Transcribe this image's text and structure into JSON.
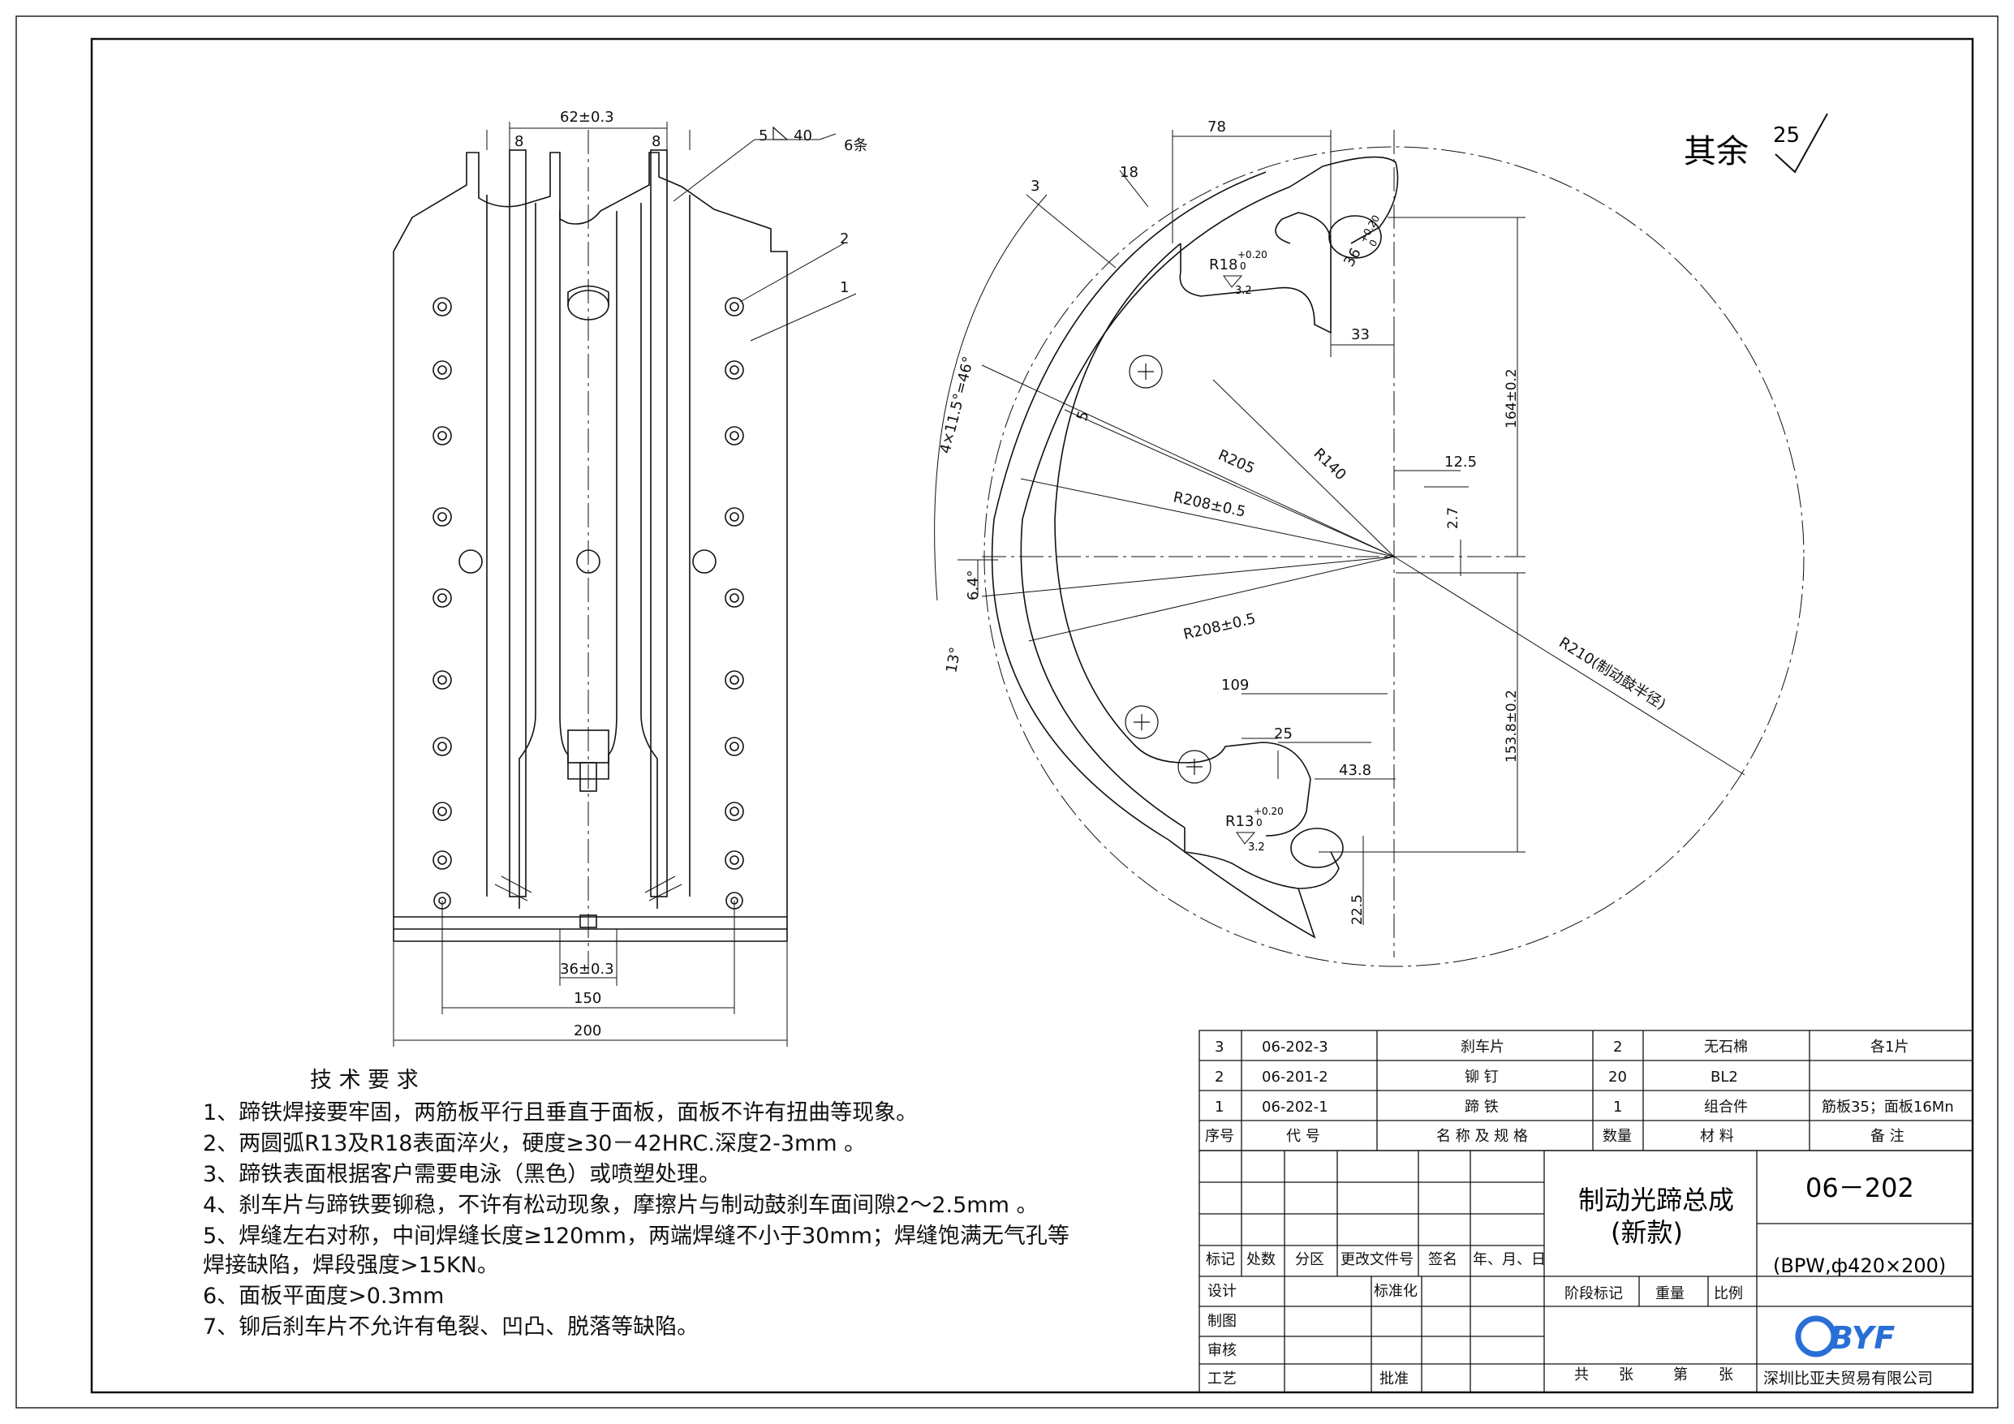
{
  "surface_note": {
    "label": "其余",
    "value": "25"
  },
  "left_view": {
    "dims": {
      "top_span": "62±0.3",
      "rib_left": "8",
      "rib_right": "8",
      "bottom_slot": "36±0.3",
      "rivet_span": "150",
      "overall_width": "200"
    },
    "weld_symbol": {
      "size": "5",
      "length": "40",
      "count": "6条"
    },
    "callouts": [
      "1",
      "2"
    ]
  },
  "right_view": {
    "callout": "3",
    "dims": {
      "top_width": "78",
      "angle_top": "18",
      "r18": "R18",
      "r18_tol_up": "+0.20",
      "r18_tol_low": "0",
      "slot_36": "36",
      "slot_36_tol_up": "+0.20",
      "slot_36_tol_low": "0",
      "roughness_a": "3.2",
      "roughness_b": "3.2",
      "d33": "33",
      "d164": "164±0.2",
      "d12_5": "12.5",
      "d2_7": "2.7",
      "r205": "R205",
      "r140": "R140",
      "r208_top": "R208±0.5",
      "r208_bottom": "R208±0.5",
      "r210": "R210(制动鼓半径)",
      "holes_angle": "4×11.5°=46°",
      "d5": "5",
      "d6_4": "6.4°",
      "d13": "13°",
      "d109": "109",
      "d25": "25",
      "d43_8": "43.8",
      "d153_8": "153.8±0.2",
      "r13": "R13",
      "r13_tol_up": "+0.20",
      "r13_tol_low": "0",
      "d22_5": "22.5"
    }
  },
  "tech_requirements": {
    "title": "技 术 要 求",
    "lines": [
      "1、蹄铁焊接要牢固，两筋板平行且垂直于面板，面板不许有扭曲等现象。",
      "2、两圆弧R13及R18表面淬火，硬度≥30－42HRC.深度2-3mm 。",
      "3、蹄铁表面根据客户需要电泳（黑色）或喷塑处理。",
      "4、刹车片与蹄铁要铆稳，不许有松动现象，摩擦片与制动鼓刹车面间隙2～2.5mm 。",
      "5、焊缝左右对称，中间焊缝长度≥120mm，两端焊缝不小于30mm；焊缝饱满无气孔等",
      "焊接缺陷，焊段强度>15KN。",
      "6、面板平面度>0.3mm",
      "7、铆后刹车片不允许有龟裂、凹凸、脱落等缺陷。"
    ]
  },
  "bom": {
    "rows": [
      {
        "no": "3",
        "code": "06-202-3",
        "name": "刹车片",
        "qty": "2",
        "material": "无石棉",
        "note": "各1片"
      },
      {
        "no": "2",
        "code": "06-201-2",
        "name": "铆 钉",
        "qty": "20",
        "material": "BL2",
        "note": ""
      },
      {
        "no": "1",
        "code": "06-202-1",
        "name": "蹄 铁",
        "qty": "1",
        "material": "组合件",
        "note": "筋板35；面板16Mn"
      }
    ],
    "header": {
      "no": "序号",
      "code": "代 号",
      "name": "名 称 及 规 格",
      "qty": "数量",
      "material": "材 料",
      "note": "备 注"
    }
  },
  "title_block": {
    "title_line1": "制动光蹄总成",
    "title_line2": "(新款)",
    "drawing_no": "06－202",
    "spec": "(BPW,ф420×200)",
    "rev_labels": [
      "标记",
      "处数",
      "分区",
      "更改文件号",
      "签名",
      "年、月、日"
    ],
    "sign_labels": [
      "设计",
      "制图",
      "审核",
      "工艺"
    ],
    "std": "标准化",
    "approve": "批准",
    "stage": "阶段标记",
    "weight": "重量",
    "scale": "比例",
    "sheets": [
      "共",
      "张",
      "第",
      "张"
    ],
    "logo": "BYF",
    "company": "深圳比亚夫贸易有限公司"
  }
}
